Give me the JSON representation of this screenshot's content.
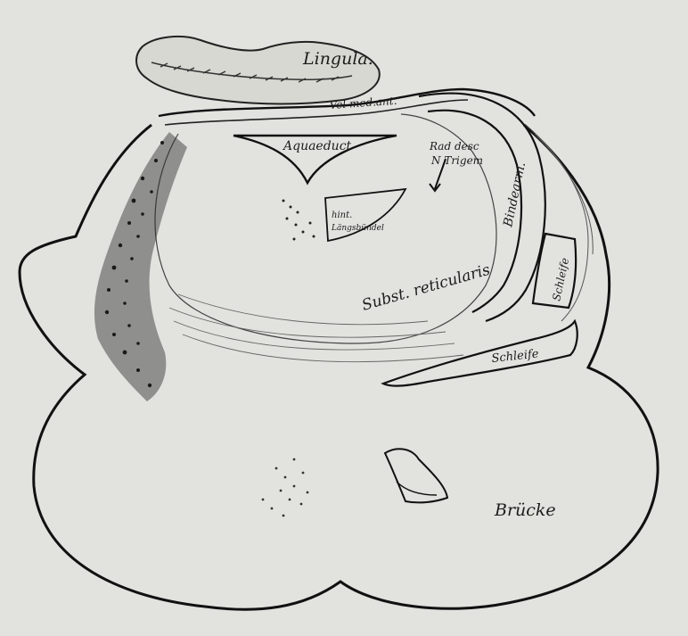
{
  "figure": {
    "background": "#e2e2de",
    "ink": "#1c1c1c",
    "labels": {
      "lingula": "Lingula.",
      "vel_med_ant": "Vel med.ant.",
      "aquaeduct": "Aquaeduct",
      "rad_desc_line1": "Rad desc",
      "rad_desc_line2": "N Trigem",
      "bindearm": "Bindearm.",
      "hint_line1": "hint.",
      "hint_line2": "Längsbündel",
      "subst_reticularis": "Subst. reticularis",
      "schleife_upper": "Schleife",
      "schleife_lower": "Schleife",
      "bruecke": "Brücke"
    }
  }
}
